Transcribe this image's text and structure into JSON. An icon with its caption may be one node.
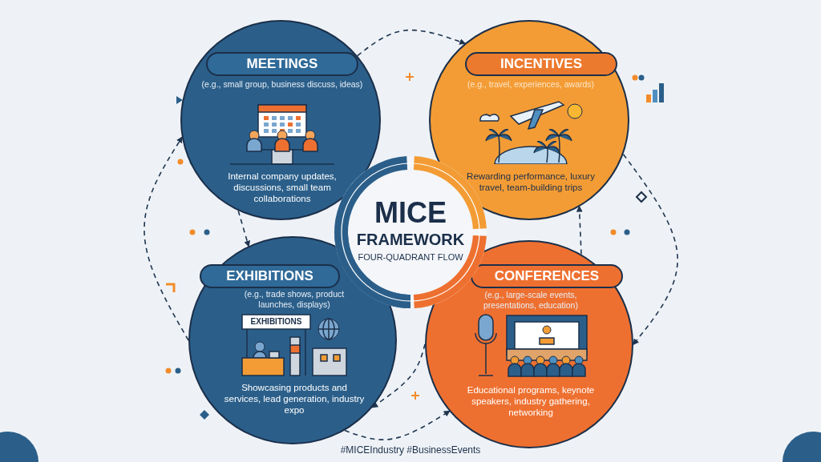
{
  "diagram": {
    "nodes": [
      {
        "text": [
          "MEETINGS",
          "(e.g., small group, business discuss, ideas)",
          "Internal company updates, discussions, small team collaborations"
        ]
      },
      {
        "text": [
          "INCENTIVES",
          "(e.g., travel, experiences, awards)",
          "Rewarding performance, luxury travel, team-building trips"
        ]
      },
      {
        "text": [
          "MICE",
          "FRAMEWORK",
          "FOUR-QUADRANT FLOW"
        ]
      },
      {
        "text": [
          "EXHIBITIONS",
          "(e.g., trade shows, product launches, displays)",
          "Showcasing products and services, lead generation, industry expo"
        ]
      },
      {
        "text": [
          "CONFERENCES",
          "(e.g., large-scale events, presentations, education)",
          "Educational programs, keynote speakers, industry gathering, networking"
        ]
      }
    ],
    "edges": [
      {
        "from": 0,
        "to": 1,
        "arrow": "to",
        "style": "dashed"
      },
      {
        "from": 1,
        "to": 4,
        "arrow": "to",
        "style": "dashed"
      },
      {
        "from": 3,
        "to": 4,
        "arrow": "to",
        "style": "dashed"
      },
      {
        "from": 4,
        "to": 3,
        "arrow": "to",
        "style": "dashed"
      },
      {
        "from": 3,
        "to": 0,
        "arrow": "to",
        "style": "dashed"
      },
      {
        "from": 0,
        "to": 3,
        "arrow": "to",
        "style": "dashed"
      },
      {
        "from": 4,
        "to": 1,
        "arrow": "to",
        "style": "dashed"
      }
    ],
    "labels": [
      "EXHIBITIONS",
      "#MICEIndustry #BusinessEvents"
    ]
  }
}
